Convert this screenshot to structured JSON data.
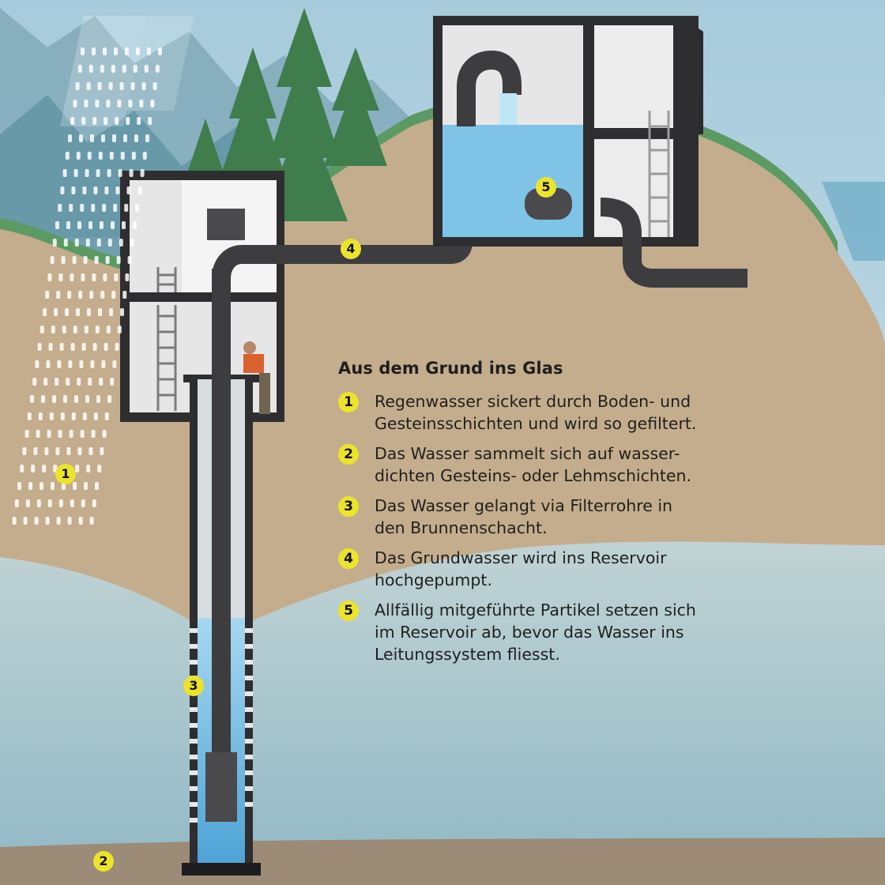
{
  "legend": {
    "title": "Aus dem Grund ins Glas",
    "steps": [
      {
        "num": "1",
        "text": "Regenwasser sickert durch Boden- und\nGesteinsschichten und wird so gefiltert."
      },
      {
        "num": "2",
        "text": "Das Wasser sammelt sich auf wasser-\ndichten Gesteins- oder Lehmschichten."
      },
      {
        "num": "3",
        "text": "Das Wasser gelangt via Filterrohre in\nden Brunnenschacht."
      },
      {
        "num": "4",
        "text": "Das Grundwasser wird ins Reservoir\nhochgepumpt."
      },
      {
        "num": "5",
        "text": "Allfällig mitgeführte Partikel setzen sich\nim Reservoir ab, bevor das Wasser ins\nLeitungssystem fliesst."
      }
    ]
  },
  "markers": {
    "m1": "1",
    "m2": "2",
    "m3": "3",
    "m4": "4",
    "m5": "5"
  },
  "colors": {
    "sky": "#bcd7e2",
    "soil": "#c4ad8c",
    "groundwater": "#a9cbd6",
    "water": "#7fc3e6",
    "pipe": "#3d3d3f",
    "wall": "#2e2e30",
    "marker": "#ece42a"
  }
}
